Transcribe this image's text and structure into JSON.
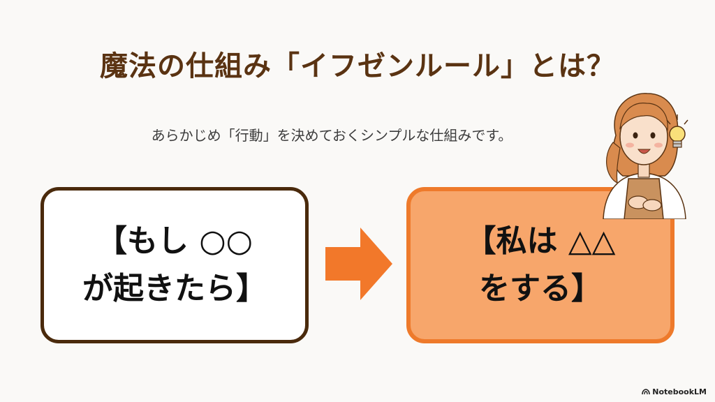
{
  "slide": {
    "title": "魔法の仕組み「イフゼンルール」とは？",
    "subtitle": "あらかじめ「行動」を決めておくシンプルな仕組みです。"
  },
  "if_box": {
    "line1": "【もし ○○",
    "line2": "が起きたら】"
  },
  "then_box": {
    "line1": "【私は △△",
    "line2": "をする】"
  },
  "footer": {
    "brand": "NotebookLM"
  },
  "colors": {
    "title": "#5a3312",
    "if_border": "#4a2a0c",
    "then_fill": "#f7a66b",
    "then_border": "#ee7a2b",
    "arrow": "#f2782a"
  },
  "icons": [
    "arrow-right-icon",
    "lightbulb-icon",
    "woman-character-illustration",
    "notebooklm-logo-icon"
  ]
}
